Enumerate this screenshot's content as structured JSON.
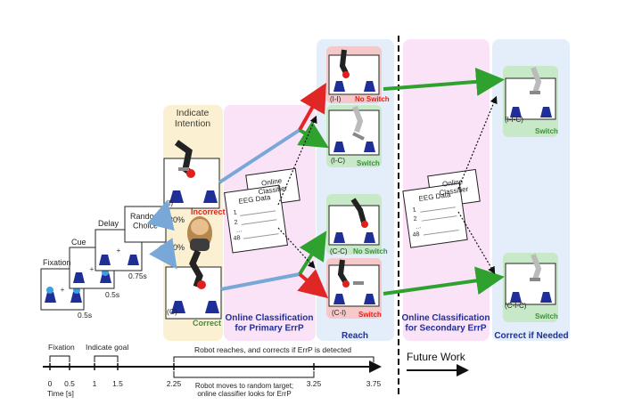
{
  "panels": {
    "indicate_intention": "Indicate\nIntention",
    "online_primary": "Online Classification\nfor Primary ErrP",
    "reach": "Reach",
    "online_secondary": "Online Classification\nfor Secondary ErrP",
    "correct_if_needed": "Correct if Needed",
    "future_work": "Future Work"
  },
  "stages": {
    "fixation": "Fixation",
    "cue": "Cue",
    "delay": "Delay",
    "random_choice": "Random\nChoice",
    "t_fix": "0.5s",
    "t_cue": "0.5s",
    "t_delay": "0.75s",
    "p30": "30%",
    "p70": "70%"
  },
  "intention": {
    "incorrect_tag": "(I)",
    "incorrect_label": "Incorrect",
    "correct_tag": "(C)",
    "correct_label": "Correct"
  },
  "classifier": {
    "title": "Online\nClassifier",
    "eeg": "EEG Data",
    "rows": [
      "1",
      "2",
      "…",
      "48"
    ]
  },
  "outcomes": {
    "ii": {
      "tag": "(I-I)",
      "label": "No Switch"
    },
    "ic": {
      "tag": "(I-C)",
      "label": "Switch"
    },
    "cc": {
      "tag": "(C-C)",
      "label": "No Switch"
    },
    "ci": {
      "tag": "(C-I)",
      "label": "Switch"
    },
    "iic": {
      "tag": "(I-I-C)",
      "label": "Switch"
    },
    "cic": {
      "tag": "(C-I-C)",
      "label": "Switch"
    }
  },
  "timeline": {
    "fixation": "Fixation",
    "indicate_goal": "Indicate goal",
    "robot_reaches": "Robot reaches, and corrects if ErrP is detected",
    "robot_moves": "Robot moves to random target;\nonline classifier looks for ErrP",
    "ticks": [
      "0",
      "0.5",
      "1",
      "1.5",
      "2.25",
      "3.25",
      "3.75"
    ],
    "axis_label": "Time [s]"
  },
  "colors": {
    "intention_bg": "#fbf0d2",
    "classify_bg": "#fbe3f7",
    "reach_bg": "#e3eefa",
    "correct_green": "#3d8f3d",
    "incorrect_red": "#e0201b",
    "arrow_blue": "#78a7d8",
    "arrow_red": "#e12626",
    "arrow_green": "#2fa12f",
    "label_blue": "#1f2f97"
  }
}
